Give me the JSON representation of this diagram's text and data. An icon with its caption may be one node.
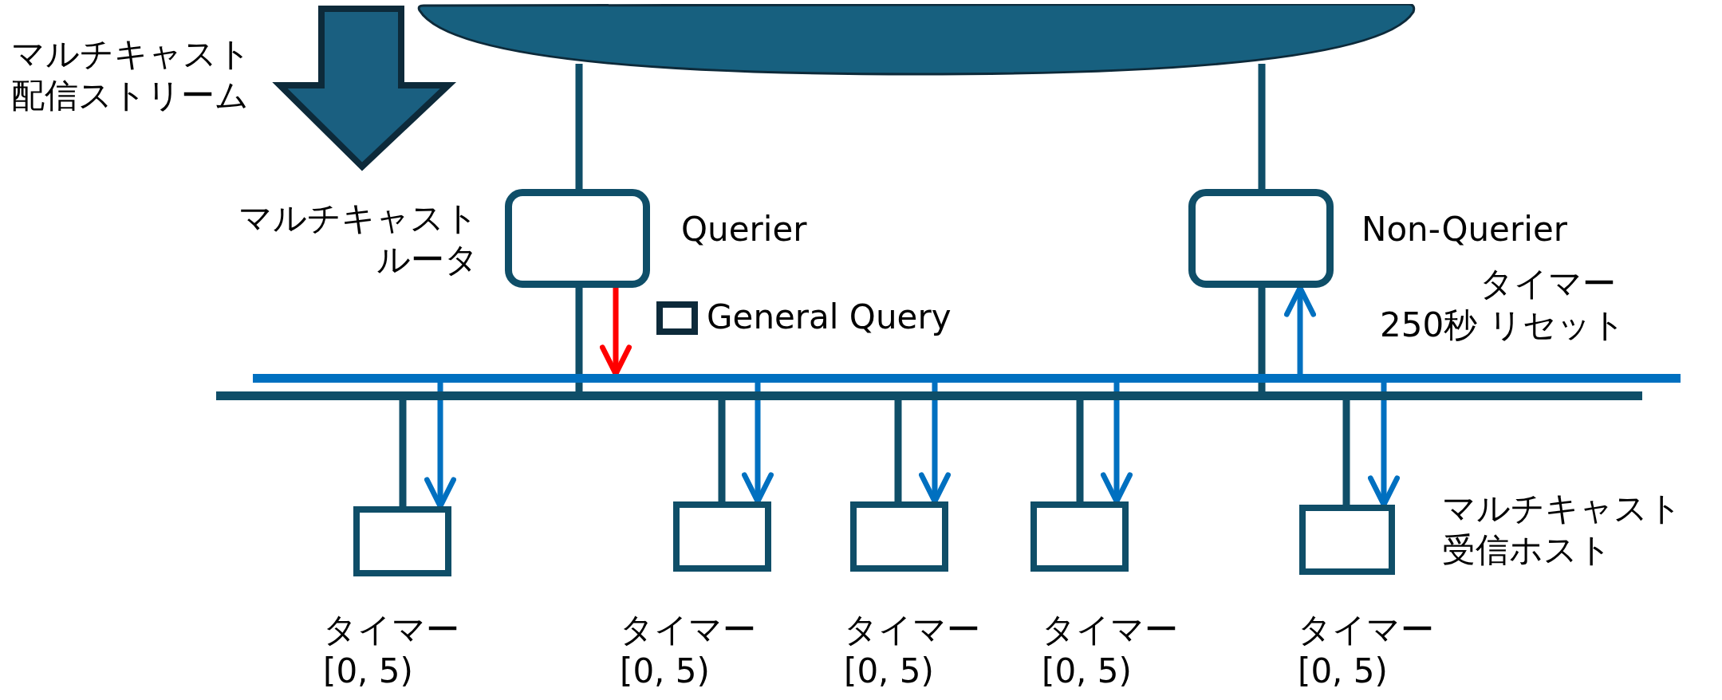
{
  "diagram": {
    "nodes": [
      {
        "text": [],
        "shape": "ellipse"
      },
      {
        "text": [
          "Querier"
        ]
      },
      {
        "text": [
          "Non-Querier"
        ]
      },
      {
        "text": [],
        "shape": "bar"
      },
      {
        "text": [],
        "shape": "bar"
      },
      {
        "text": [],
        "shape": "box",
        "beside": [
          "タイマー [0, 5)"
        ]
      },
      {
        "text": [],
        "shape": "box",
        "beside": [
          "タイマー [0, 5)"
        ]
      },
      {
        "text": [],
        "shape": "box",
        "beside": [
          "タイマー [0, 5)"
        ]
      },
      {
        "text": [],
        "shape": "box",
        "beside": [
          "タイマー [0, 5)"
        ]
      },
      {
        "text": [],
        "shape": "box",
        "beside": [
          "タイマー [0, 5)"
        ]
      }
    ],
    "edges": [
      {
        "from": 0,
        "to": 1,
        "arrow": "none"
      },
      {
        "from": 0,
        "to": 2,
        "arrow": "none"
      },
      {
        "from": 1,
        "to": 4,
        "arrow": "none"
      },
      {
        "from": 2,
        "to": 4,
        "arrow": "none"
      },
      {
        "from": 4,
        "to": 5,
        "arrow": "none"
      },
      {
        "from": 4,
        "to": 6,
        "arrow": "none"
      },
      {
        "from": 4,
        "to": 7,
        "arrow": "none"
      },
      {
        "from": 4,
        "to": 8,
        "arrow": "none"
      },
      {
        "from": 4,
        "to": 9,
        "arrow": "none"
      },
      {
        "from": 1,
        "to": 3,
        "arrow": "to",
        "color": "#ff0000"
      },
      {
        "from": 3,
        "to": 5,
        "arrow": "to",
        "color": "#0070c0"
      },
      {
        "from": 3,
        "to": 6,
        "arrow": "to",
        "color": "#0070c0"
      },
      {
        "from": 3,
        "to": 7,
        "arrow": "to",
        "color": "#0070c0"
      },
      {
        "from": 3,
        "to": 8,
        "arrow": "to",
        "color": "#0070c0"
      },
      {
        "from": 3,
        "to": 9,
        "arrow": "to",
        "color": "#0070c0"
      },
      {
        "from": 3,
        "to": 2,
        "arrow": "to",
        "color": "#0070c0"
      }
    ],
    "labels": [
      "マルチキャスト配信ストリーム",
      "マルチキャストルータ",
      "タイマー250秒 リセット",
      "マルチキャスト受信ホスト"
    ],
    "legend": [
      {
        "text": "General Query"
      }
    ]
  }
}
